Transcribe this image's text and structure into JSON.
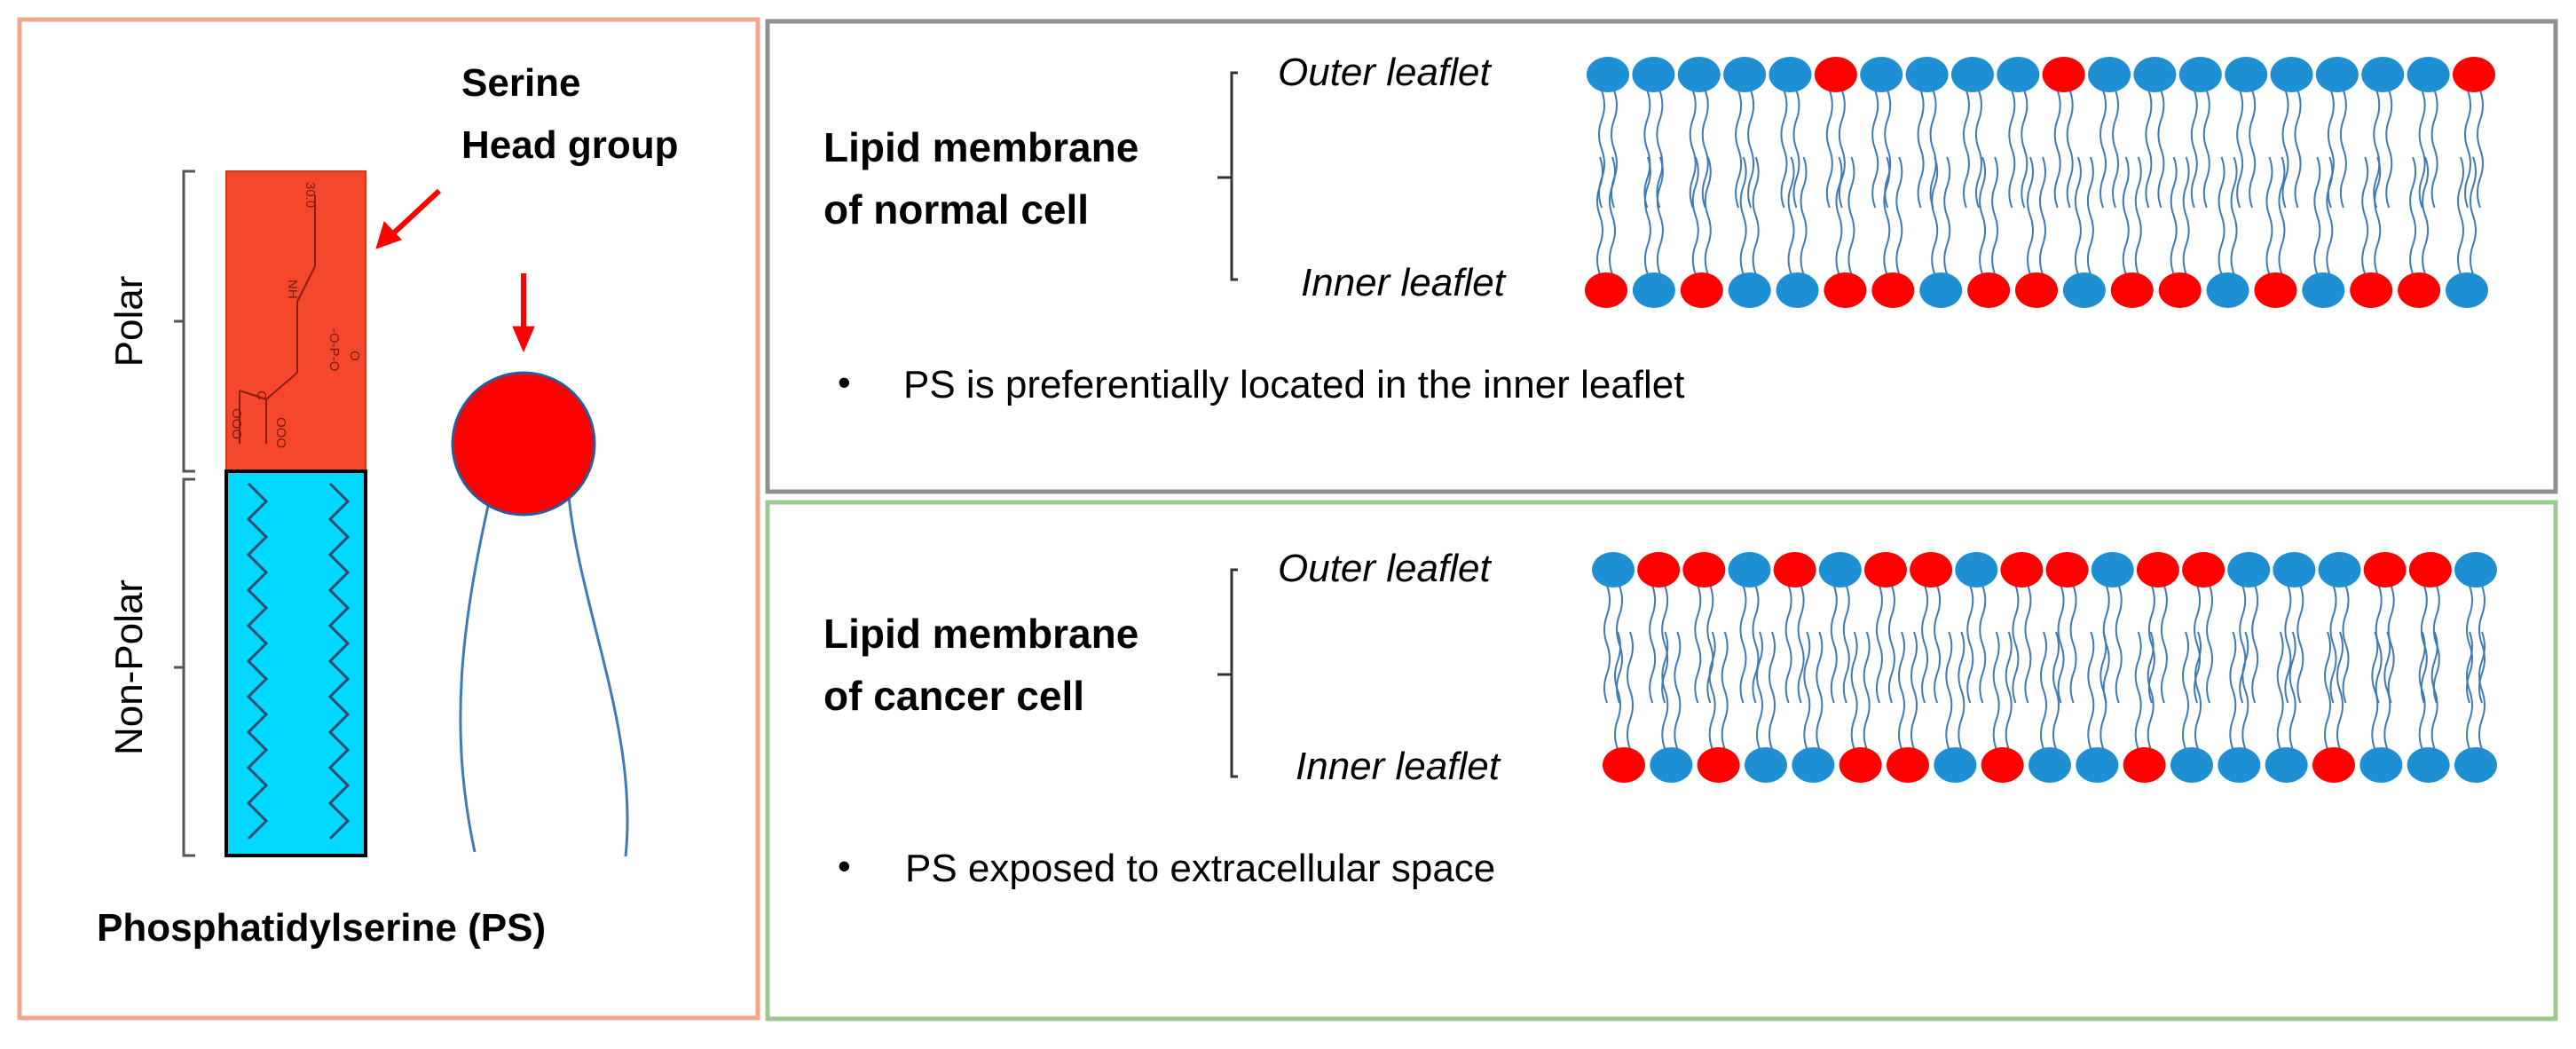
{
  "colors": {
    "left_border": "#F0A68A",
    "top_right_border": "#8F8F8F",
    "bottom_right_border": "#9CC98F",
    "polar_fill": "#F4472B",
    "nonpolar_fill": "#00D8FF",
    "ps_head": "#FF0000",
    "lipid_blue": "#1E8FD2",
    "tail_line": "#3E7BB5"
  },
  "left_panel": {
    "head_title_line1": "Serine",
    "head_title_line2": "Head group",
    "polar_label": "Polar",
    "nonpolar_label": "Non-Polar",
    "caption": "Phosphatidylserine (PS)",
    "formula_fragments": [
      "30.0",
      "-O-P-O",
      "NH",
      "O",
      "OOO",
      "C",
      "OOO"
    ]
  },
  "normal_panel": {
    "title_line1": "Lipid membrane",
    "title_line2": "of normal cell",
    "outer_label": "Outer leaflet",
    "inner_label": "Inner leaflet",
    "bullet": "•",
    "note": "PS is preferentially located in the inner leaflet",
    "outer_heads": "BBBBBRBBBBRBBBBBBBBR",
    "inner_heads": "RBRBBRRBRRBRRBRBRRB"
  },
  "cancer_panel": {
    "title_line1": "Lipid membrane",
    "title_line2": "of cancer cell",
    "outer_label": "Outer leaflet",
    "inner_label": "Inner leaflet",
    "bullet": "•",
    "note": "PS exposed to extracellular space",
    "outer_heads": "BRRBRBRRBRRBRRBBBRRB",
    "inner_heads": "RBRBBRRBRBBRBBBRBBB"
  }
}
